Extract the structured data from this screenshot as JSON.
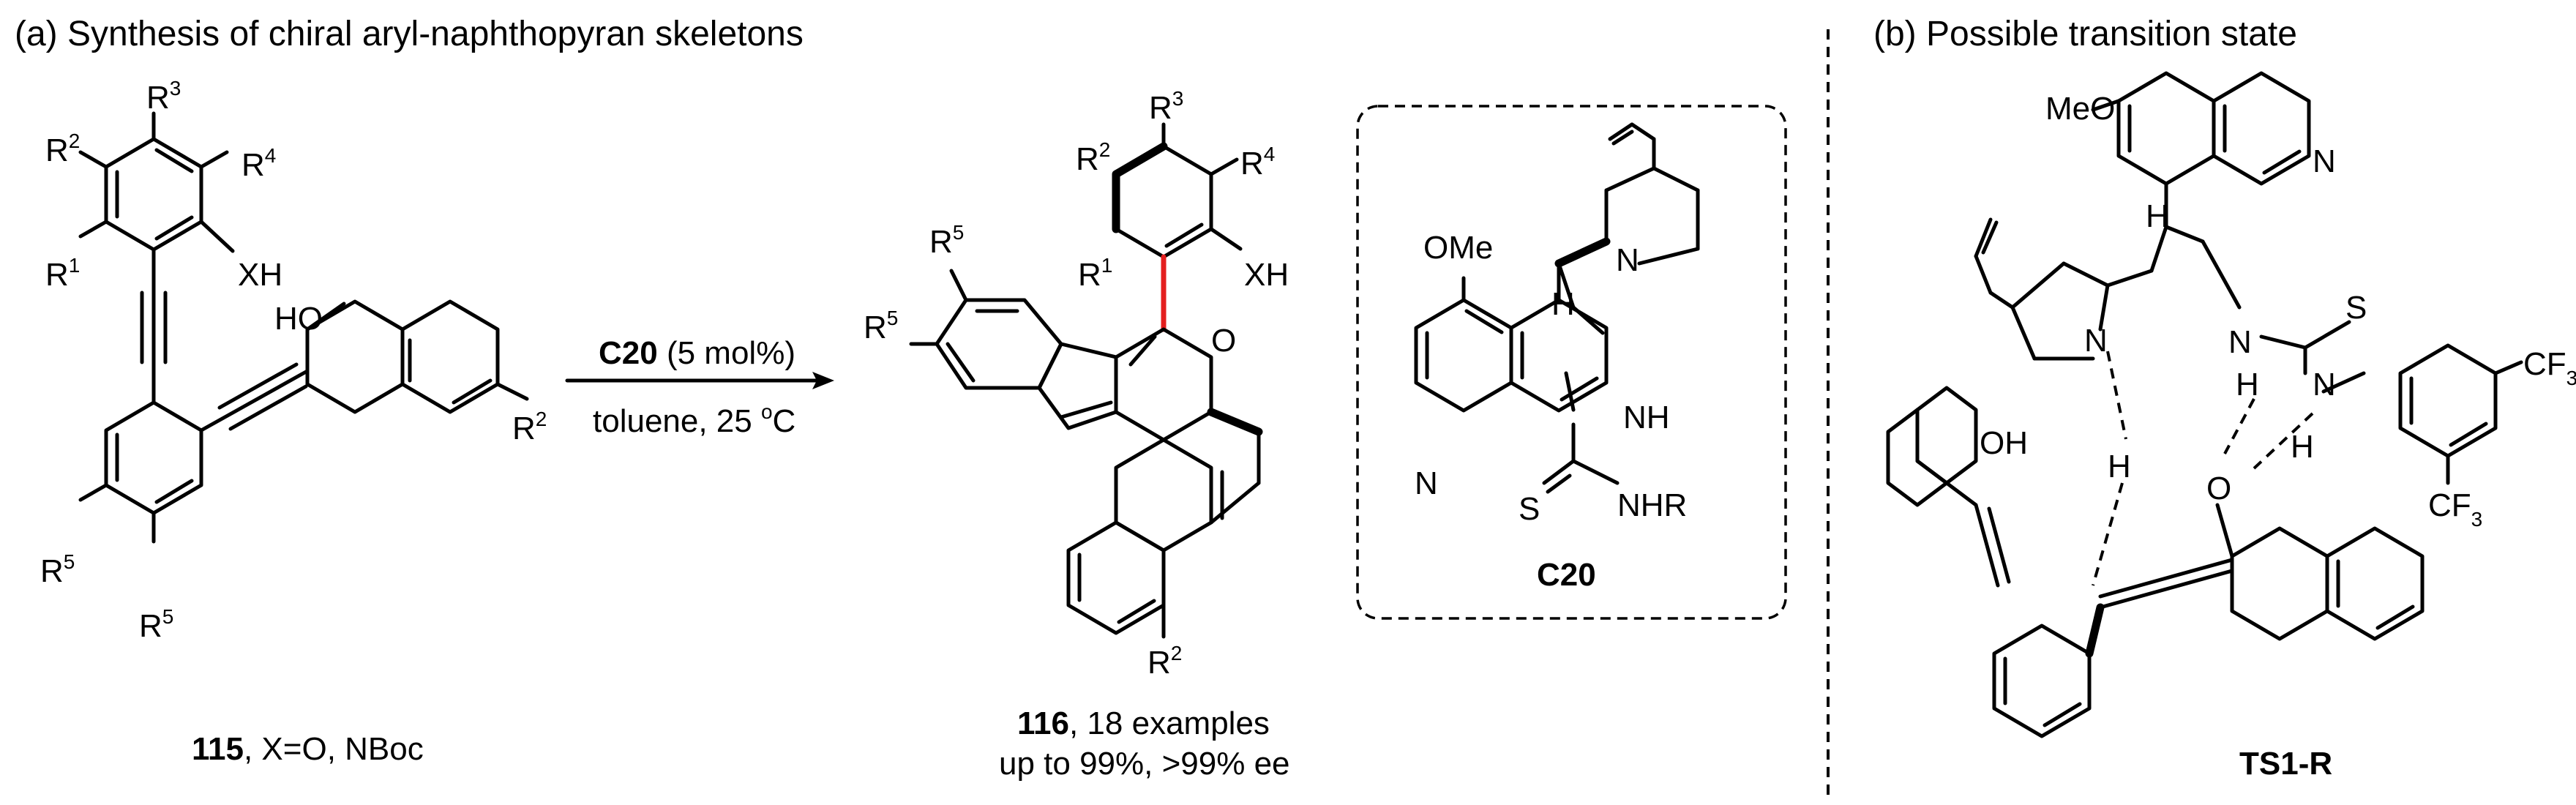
{
  "panel_a": {
    "title": "(a) Synthesis of chiral aryl-naphthopyran skeletons",
    "substrate": {
      "id": "115",
      "condition": ", X=O, NBoc",
      "substituents": {
        "r1": "R",
        "r1_sup": "1",
        "r2": "R",
        "r2_sup": "2",
        "r3": "R",
        "r3_sup": "3",
        "r4": "R",
        "r4_sup": "4",
        "r5": "R",
        "r5_sup": "5",
        "xh": "XH",
        "ho": "HO"
      }
    },
    "reaction": {
      "catalyst": "C20",
      "loading": " (5 mol%)",
      "solvent": "toluene, 25 ",
      "temp_sup": "o",
      "temp_unit": "C"
    },
    "product": {
      "id": "116",
      "examples": ", 18 examples",
      "yield_line": "up to 99%, >99% ee",
      "o_atom": "O"
    },
    "catalyst_structure": {
      "label": "C20",
      "ome": "OMe",
      "h": "H",
      "n": "N",
      "nh": "NH",
      "s": "S",
      "nhr": "NHR"
    }
  },
  "panel_b": {
    "title": "(b) Possible transition state",
    "label": "TS1-R",
    "atoms": {
      "meo": "MeO",
      "n": "N",
      "h": "H",
      "s": "S",
      "oh": "OH",
      "o": "O",
      "cf3": "CF",
      "cf3_sub": "3"
    }
  },
  "colors": {
    "highlight_bond": "#e41e1e"
  }
}
